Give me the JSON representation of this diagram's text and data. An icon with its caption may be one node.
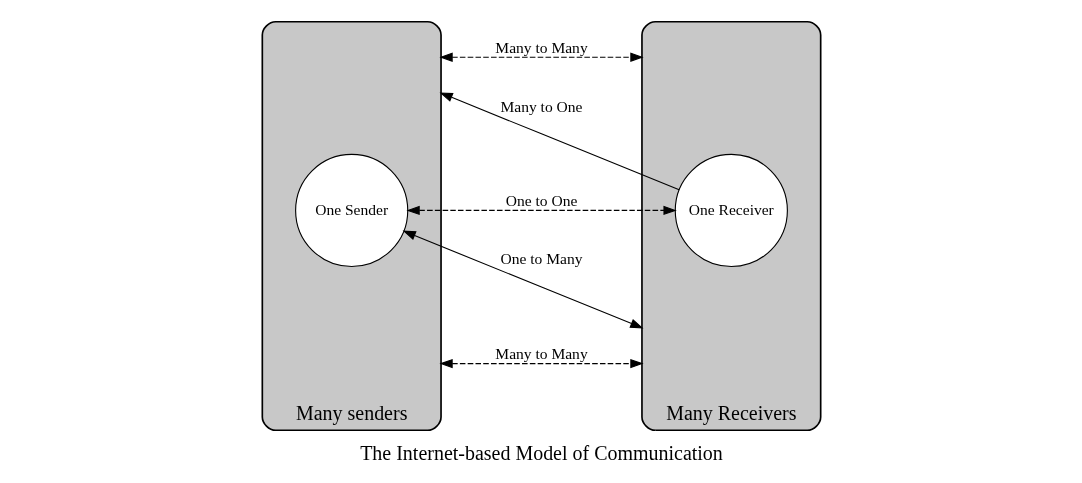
{
  "diagram": {
    "caption": "The Internet-based Model of Communication",
    "nodes": [
      {
        "text": [
          "Many senders"
        ]
      },
      {
        "text": [
          "One Sender"
        ],
        "in": 0
      },
      {
        "text": [
          "Many Receivers"
        ]
      },
      {
        "text": [
          "One Receiver"
        ],
        "in": 2
      }
    ],
    "edges": [
      {
        "from": 0,
        "to": 2,
        "arrow": "both",
        "label": "Many to Many",
        "style": "dashed"
      },
      {
        "from": 1,
        "to": 2,
        "arrow": "both",
        "label": "One to Many"
      },
      {
        "from": 1,
        "to": 3,
        "arrow": "both",
        "label": "One to One",
        "style": "dashed"
      },
      {
        "from": 3,
        "to": 0,
        "arrow": "to",
        "label": "Many to One"
      },
      {
        "from": 0,
        "to": 2,
        "arrow": "both",
        "label": "Many to Many",
        "style": "dashed"
      }
    ]
  }
}
